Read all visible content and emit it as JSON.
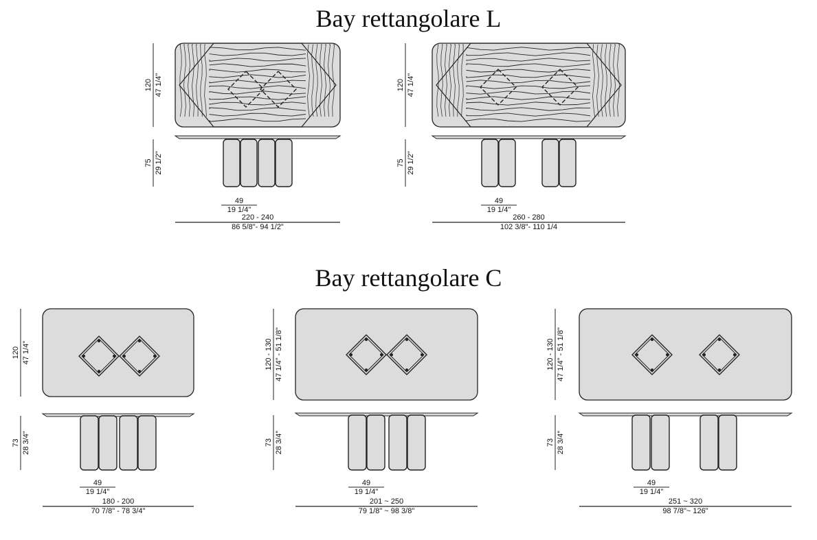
{
  "sections": [
    {
      "title": "Bay rettangolare L"
    },
    {
      "title": "Bay rettangolare C"
    }
  ],
  "drawings": [
    {
      "finish": "wood-grain",
      "top_cm": "120",
      "top_in": "47 1/4\"",
      "height_cm": "75",
      "height_in": "29 1/2\"",
      "base_cm": "49",
      "base_in": "19 1/4\"",
      "length_cm": "220 - 240",
      "length_in": "86 5/8\"- 94 1/2\""
    },
    {
      "finish": "wood-grain",
      "top_cm": "120",
      "top_in": "47 1/4\"",
      "height_cm": "75",
      "height_in": "29 1/2\"",
      "base_cm": "49",
      "base_in": "19 1/4\"",
      "length_cm": "260 - 280",
      "length_in": "102 3/8\"- 110 1/4"
    },
    {
      "finish": "plain",
      "top_cm": "120",
      "top_in": "47 1/4\"",
      "height_cm": "73",
      "height_in": "28 3/4\"",
      "base_cm": "49",
      "base_in": "19 1/4\"",
      "length_cm": "180 - 200",
      "length_in": "70 7/8\" - 78 3/4\""
    },
    {
      "finish": "plain",
      "top_cm": "120 - 130",
      "top_in": "47 1/4\" - 51 1/8\"",
      "height_cm": "73",
      "height_in": "28 3/4\"",
      "base_cm": "49",
      "base_in": "19 1/4\"",
      "length_cm": "201 ~ 250",
      "length_in": "79 1/8\" ~ 98 3/8\""
    },
    {
      "finish": "plain",
      "top_cm": "120 - 130",
      "top_in": "47 1/4\" - 51 1/8\"",
      "height_cm": "73",
      "height_in": "28 3/4\"",
      "base_cm": "49",
      "base_in": "19 1/4\"",
      "length_cm": "251 ~ 320",
      "length_in": "98 7/8\"~ 126\""
    }
  ],
  "colors": {
    "fill": "#dcdcdc",
    "line": "#222222"
  }
}
